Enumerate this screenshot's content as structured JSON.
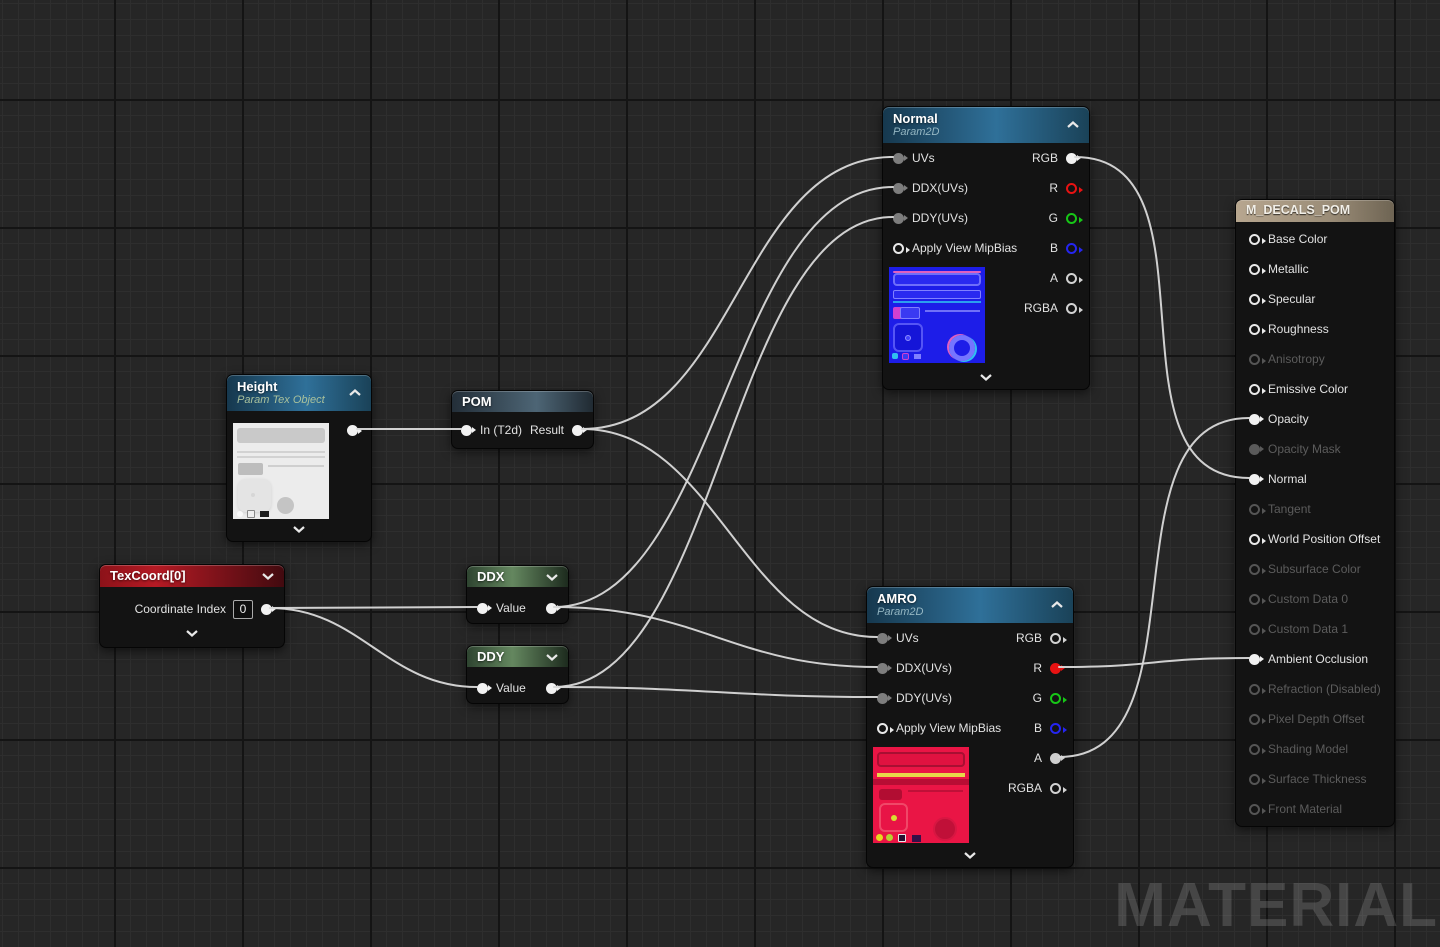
{
  "watermark": "MATERIAL",
  "colors": {
    "background": "#262626",
    "grid_minor": "#2e2e2e",
    "grid_major": "#141414",
    "wire": "#d9d9d9",
    "header_param2d": "#2f7099",
    "header_texcoord": "#b51a24",
    "header_ddx_ddy": "#64875f",
    "header_pom": "#4d6575",
    "header_material": "#b7a68f",
    "pin_r": "#e81212",
    "pin_g": "#17c617",
    "pin_b": "#2525f0"
  },
  "nodes": {
    "normal_tex": {
      "title": "Normal",
      "subtitle": "Param2D",
      "inputs": [
        "UVs",
        "DDX(UVs)",
        "DDY(UVs)",
        "Apply View MipBias"
      ],
      "outputs": [
        "RGB",
        "R",
        "G",
        "B",
        "A",
        "RGBA"
      ]
    },
    "amro_tex": {
      "title": "AMRO",
      "subtitle": "Param2D",
      "inputs": [
        "UVs",
        "DDX(UVs)",
        "DDY(UVs)",
        "Apply View MipBias"
      ],
      "outputs": [
        "RGB",
        "R",
        "G",
        "B",
        "A",
        "RGBA"
      ]
    },
    "height": {
      "title": "Height",
      "subtitle": "Param Tex Object"
    },
    "pom": {
      "title": "POM",
      "input": "In (T2d)",
      "output": "Result"
    },
    "texcoord": {
      "title": "TexCoord[0]",
      "label": "Coordinate Index",
      "value": "0"
    },
    "ddx": {
      "title": "DDX",
      "input": "Value"
    },
    "ddy": {
      "title": "DDY",
      "input": "Value"
    },
    "material": {
      "title": "M_DECALS_POM",
      "inputs": [
        {
          "label": "Base Color",
          "enabled": true,
          "connected": false
        },
        {
          "label": "Metallic",
          "enabled": true,
          "connected": false
        },
        {
          "label": "Specular",
          "enabled": true,
          "connected": false
        },
        {
          "label": "Roughness",
          "enabled": true,
          "connected": false
        },
        {
          "label": "Anisotropy",
          "enabled": false,
          "connected": false
        },
        {
          "label": "Emissive Color",
          "enabled": true,
          "connected": false
        },
        {
          "label": "Opacity",
          "enabled": true,
          "connected": true
        },
        {
          "label": "Opacity Mask",
          "enabled": false,
          "connected": false
        },
        {
          "label": "Normal",
          "enabled": true,
          "connected": true
        },
        {
          "label": "Tangent",
          "enabled": false,
          "connected": false
        },
        {
          "label": "World Position Offset",
          "enabled": true,
          "connected": false
        },
        {
          "label": "Subsurface Color",
          "enabled": false,
          "connected": false
        },
        {
          "label": "Custom Data 0",
          "enabled": false,
          "connected": false
        },
        {
          "label": "Custom Data 1",
          "enabled": false,
          "connected": false
        },
        {
          "label": "Ambient Occlusion",
          "enabled": true,
          "connected": true
        },
        {
          "label": "Refraction (Disabled)",
          "enabled": false,
          "connected": false
        },
        {
          "label": "Pixel Depth Offset",
          "enabled": false,
          "connected": false
        },
        {
          "label": "Shading Model",
          "enabled": false,
          "connected": false
        },
        {
          "label": "Surface Thickness",
          "enabled": false,
          "connected": false
        },
        {
          "label": "Front Material",
          "enabled": false,
          "connected": false
        }
      ]
    }
  },
  "connections": [
    {
      "from": "Height.Output",
      "to": "POM.In (T2d)"
    },
    {
      "from": "POM.Result",
      "to": "Normal.UVs"
    },
    {
      "from": "POM.Result",
      "to": "AMRO.UVs"
    },
    {
      "from": "TexCoord[0].Output",
      "to": "DDX.Value"
    },
    {
      "from": "TexCoord[0].Output",
      "to": "DDY.Value"
    },
    {
      "from": "DDX.Output",
      "to": "Normal.DDX(UVs)"
    },
    {
      "from": "DDX.Output",
      "to": "AMRO.DDX(UVs)"
    },
    {
      "from": "DDY.Output",
      "to": "Normal.DDY(UVs)"
    },
    {
      "from": "DDY.Output",
      "to": "AMRO.DDY(UVs)"
    },
    {
      "from": "Normal.RGB",
      "to": "M_DECALS_POM.Normal"
    },
    {
      "from": "AMRO.R",
      "to": "M_DECALS_POM.Ambient Occlusion"
    },
    {
      "from": "AMRO.A",
      "to": "M_DECALS_POM.Opacity"
    }
  ]
}
